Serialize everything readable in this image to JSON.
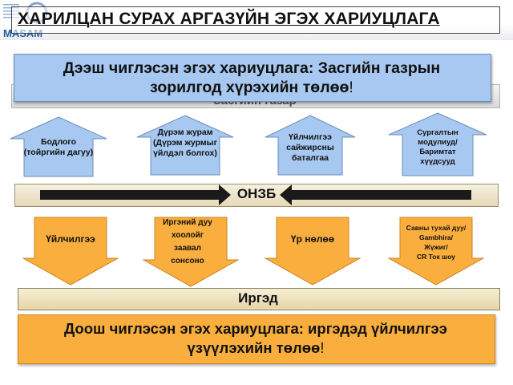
{
  "header": {
    "title": "ХАРИЛЦАН СУРАХ АРГАЗҮЙН ЭГЭХ ХАРИУЦЛАГА",
    "logo_text": "MASAM",
    "logo_color": "#1f5fa8"
  },
  "top_band": {
    "label": "Засгийн газар"
  },
  "top_banner": {
    "line1": "Дээш чиглэсэн эгэх хариуцлага: Засгийн газрын",
    "line2": "зорилгод хүрэхийн төлөө",
    "end_mark": "!",
    "color": "#a7c8f0"
  },
  "up_arrows": [
    {
      "label": "Бодлого (тойргийн дагуу)",
      "line1": "Бодлого",
      "line2": "(тойргийн дагуу)",
      "line3": ""
    },
    {
      "label": "Дүрэм журам (Дүрэм журмыг үйлдэл болгох)",
      "line1": "Дүрэм журам",
      "line2": "(Дүрэм журмыг",
      "line3": "үйлдэл болгох)"
    },
    {
      "label": "Үйлчилгээ сайжирсны баталгаа",
      "line1": "Үйлчилгээ",
      "line2": "сайжирсны",
      "line3": "баталгаа"
    },
    {
      "label": "Сургалтын модулиуд/ Баримтат хүүдсууд",
      "line1": "Сургалтын",
      "line2": "модулиуд/",
      "line3": "Баримтат",
      "line4": "хүүдсууд"
    }
  ],
  "up_arrow_color": "#a7c8f0",
  "onzb": {
    "label": "ОНЗБ",
    "band_color": "#efe5c8",
    "arrow_color": "#1a1a1a"
  },
  "down_arrows": [
    {
      "line1": "Үйлчилгээ"
    },
    {
      "line1": "Иргэний дуу",
      "line2": "хоолойг",
      "line3": "заавал",
      "line4": "сонсоно"
    },
    {
      "line1": "Үр нөлөө"
    },
    {
      "line1": "Савны тухай дуу/",
      "line2": "Gambhira/",
      "line3": "Жүжиг/",
      "line4": "CR Ток шоу"
    }
  ],
  "down_arrow_color": "#f9ae3d",
  "citizen_band": {
    "label": "Иргэд"
  },
  "bottom_banner": {
    "line1": "Доош чиглэсэн эгэх хариуцлага: иргэдэд үйлчилгээ",
    "line2": "үзүүлэхийн төлөө",
    "end_mark": "!",
    "color": "#f9ae3d"
  }
}
